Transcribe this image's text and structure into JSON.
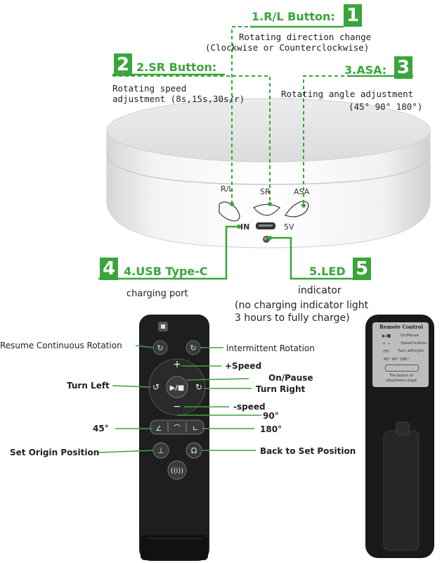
{
  "callouts": {
    "rl": {
      "num": "1",
      "title": "1.R/L Button:",
      "desc1": "Rotating direction change",
      "desc2": "(Clockwise or Counterclockwise)"
    },
    "sr": {
      "num": "2",
      "title": "2.SR Button:",
      "desc1": "Rotating speed",
      "desc2": "adjustment (8s,15s,30s/r)"
    },
    "asa": {
      "num": "3",
      "title": "3.ASA:",
      "desc1": "Rotating angle adjustment",
      "desc2": "(45° 90° 180°)"
    },
    "usb": {
      "num": "4",
      "title": "4.USB Type-C",
      "desc1": "charging port"
    },
    "led": {
      "num": "5",
      "title": "5.LED",
      "desc1": "indicator",
      "desc2": "(no charging indicator light",
      "desc3": "3 hours to fully charge)"
    }
  },
  "turntable": {
    "btn_rl": "R/L",
    "btn_sr": "SR",
    "btn_asa": "ASA",
    "port_in": "IN",
    "port_5v": "5V"
  },
  "remote_labels": {
    "resume": "Resume Continuous Rotation",
    "intermittent": "lntermittent Rotation",
    "plus_speed": "+Speed",
    "on_pause": "On/Pause",
    "turn_left": "Turn Left",
    "turn_right": "Turn Right",
    "minus_speed": "-speed",
    "deg90": "90°",
    "deg45": "45°",
    "deg180": "180°",
    "set_origin": "Set Origin Position",
    "back_to_set": "Back to Set Position"
  },
  "back_remote": {
    "title": "Remote Control",
    "row1": "On/Pause",
    "row2": "Speed button",
    "row3": "Turn left/right",
    "angles": "45°  90°  180°",
    "note1": "The button of",
    "note2": "adjustment angle"
  },
  "colors": {
    "accent": "#3aa53a",
    "remote": "#1c1c1c"
  }
}
